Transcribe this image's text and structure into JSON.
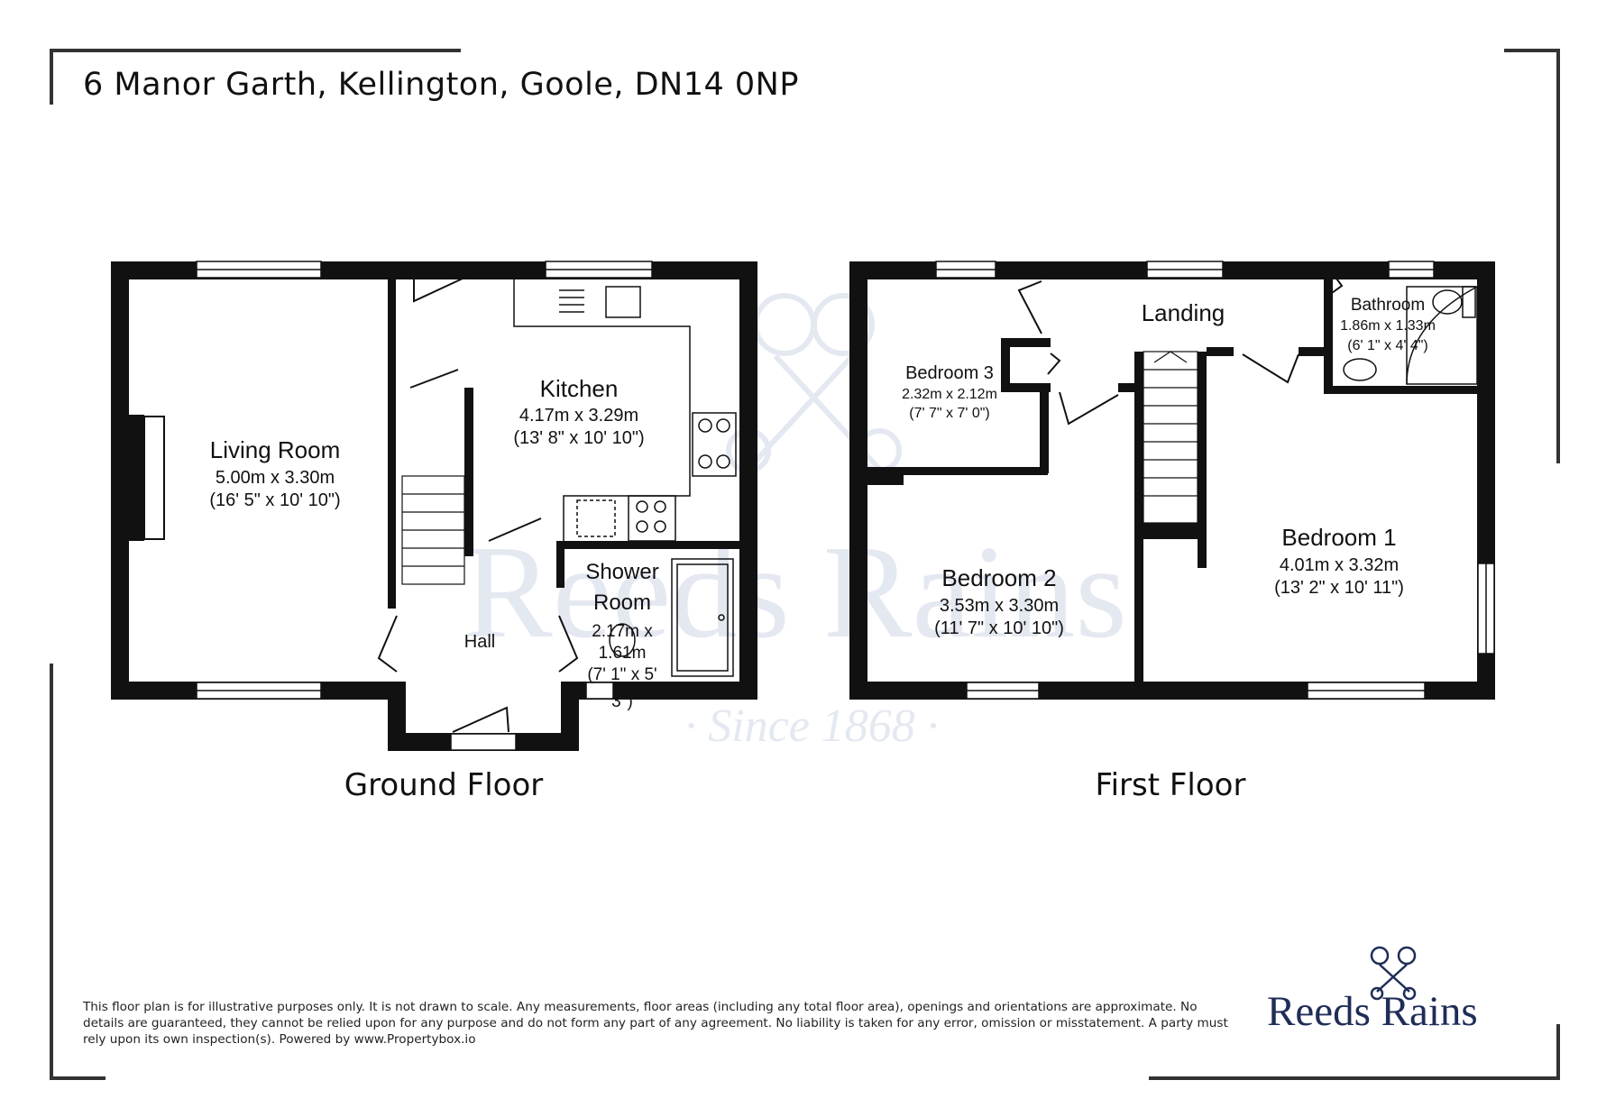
{
  "address": "6 Manor Garth, Kellington, Goole, DN14 0NP",
  "floors": [
    {
      "label": "Ground Floor",
      "rooms": [
        {
          "name": "Living Room",
          "metric": "5.00m x 3.30m",
          "imperial": "(16' 5\" x 10' 10\")"
        },
        {
          "name": "Kitchen",
          "metric": "4.17m x 3.29m",
          "imperial": "(13' 8\" x 10' 10\")"
        },
        {
          "name": "Shower",
          "name2": "Room",
          "metric": "2.17m x",
          "metric2": "1.61m",
          "imperial": "(7' 1\" x 5'",
          "imperial2": "3\")"
        },
        {
          "name": "Hall"
        }
      ]
    },
    {
      "label": "First Floor",
      "rooms": [
        {
          "name": "Bedroom 3",
          "metric": "2.32m x 2.12m",
          "imperial": "(7' 7\" x 7' 0\")"
        },
        {
          "name": "Landing"
        },
        {
          "name": "Bathroom",
          "metric": "1.86m x 1.33m",
          "imperial": "(6' 1\" x 4' 4\")"
        },
        {
          "name": "Bedroom 2",
          "metric": "3.53m x 3.30m",
          "imperial": "(11' 7\" x 10' 10\")"
        },
        {
          "name": "Bedroom 1",
          "metric": "4.01m x 3.32m",
          "imperial": "(13' 2\" x 10' 11\")"
        }
      ]
    }
  ],
  "watermark": {
    "text": "Reeds Rains",
    "since": "· Since 1868 ·"
  },
  "disclaimer": "This floor plan is for illustrative purposes only. It is not drawn to scale. Any measurements, floor areas (including any total floor area), openings and orientations are approximate. No details are guaranteed, they cannot be relied upon for any purpose and do not form any part of any agreement. No liability is taken for any error, omission or misstatement. A party must rely upon its own inspection(s). Powered by www.Propertybox.io",
  "brand": {
    "name": "Reeds Rains",
    "color": "#1f2d57",
    "icon": "crossed-keys-icon"
  },
  "colors": {
    "wall": "#111111",
    "watermark": "#e4e8f1"
  }
}
